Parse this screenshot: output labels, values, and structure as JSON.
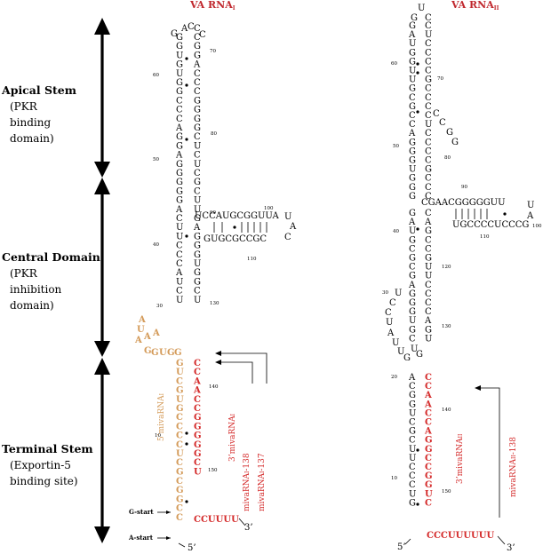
{
  "headers": {
    "left": {
      "main": "VA RNA",
      "sub": "I"
    },
    "right": {
      "main": "VA RNA",
      "sub": "II"
    }
  },
  "regions": {
    "apical": {
      "title": "Apical Stem",
      "desc": [
        "(PKR",
        "binding",
        "domain)"
      ]
    },
    "central": {
      "title": "Central Domain",
      "desc": [
        "(PKR",
        "inhibition",
        "domain)"
      ]
    },
    "terminal": {
      "title": "Terminal Stem",
      "desc": [
        "(Exportin-5",
        "binding site)"
      ]
    }
  },
  "left_annotations": {
    "mivaI_5": {
      "pre": "5’mivaRNA",
      "sub": "I"
    },
    "mivaI_3": {
      "pre": "3’mivaRNA",
      "sub": "I"
    },
    "mivaI_138": {
      "pre": "mivaRNA",
      "sub": "I",
      "post": "-138"
    },
    "mivaI_137": {
      "pre": "mivaRNA",
      "sub": "I",
      "post": "-137"
    },
    "g_start": "G-start",
    "a_start": "A-start",
    "five_prime": "5’",
    "three_prime": "3’",
    "tail": "CCUUUU"
  },
  "right_annotations": {
    "mivaII_3": {
      "pre": "3’mivaRNA",
      "sub": "II"
    },
    "mivaII_138": {
      "pre": "mivaRNA",
      "sub": "II",
      "post": "-138"
    },
    "five_prime": "5’",
    "three_prime": "3’",
    "tail": "CCCUUUUUU"
  },
  "left_numbers": [
    "60",
    "70",
    "80",
    "50",
    "90",
    "100",
    "40",
    "110",
    "30",
    "130",
    "140",
    "10",
    "150"
  ],
  "right_numbers": [
    "60",
    "70",
    "50",
    "80",
    "90",
    "40",
    "110",
    "100",
    "120",
    "30",
    "130",
    "20",
    "140",
    "10",
    "150"
  ],
  "left_stem": {
    "apical_left": [
      "G",
      "G",
      "U",
      "G",
      "U",
      "G",
      "G",
      "C",
      "C",
      "C",
      "A",
      "G",
      "G",
      "A",
      "G",
      "G",
      "G",
      "G",
      "G",
      "A",
      "C"
    ],
    "apical_right": [
      "C",
      "G",
      "G",
      "A",
      "C",
      "C",
      "C",
      "G",
      "G",
      "G",
      "G",
      "C",
      "U",
      "C",
      "U",
      "C",
      "G",
      "C",
      "U",
      "U",
      "G"
    ],
    "central_left": [
      "U",
      "U",
      "C",
      "C",
      "C",
      "A",
      "U",
      "C",
      "U"
    ],
    "central_right": [
      "A",
      "G",
      "G",
      "G",
      "U",
      "G",
      "G",
      "C",
      "U"
    ],
    "loop_top": [
      "A",
      "C",
      "C"
    ],
    "branch_top": "UCCAUGCGGUUA",
    "branch_bottom": "GUGCGCCGC",
    "branch_end": [
      "U",
      "A",
      "C"
    ],
    "terminal_left": [
      "G",
      "U",
      "C",
      "G",
      "U",
      "G",
      "C",
      "C",
      "C",
      "C",
      "U",
      "C",
      "G"
    ],
    "terminal_right": [
      "C",
      "C",
      "A",
      "A",
      "C",
      "C",
      "G",
      "G",
      "G",
      "G",
      "G",
      "C",
      "U"
    ],
    "loop_gold": [
      "A",
      "A",
      "A",
      "U",
      "A",
      "G",
      "G",
      "U",
      "G",
      "G"
    ],
    "bottom_left": [
      "C",
      "G",
      "G",
      "C",
      "C"
    ]
  },
  "right_stem": {
    "top_loop": [
      "U",
      "G",
      "C"
    ],
    "apical_left": [
      "G",
      "A",
      "U",
      "G",
      "G",
      "U",
      "U",
      "G",
      "C",
      "G",
      "C",
      "C",
      "A",
      "G",
      "G",
      "G",
      "U",
      "G",
      "G",
      "G"
    ],
    "apical_right": [
      "C",
      "U",
      "C",
      "C",
      "C",
      "C",
      "G",
      "C",
      "C",
      "C",
      "C",
      "U",
      "C",
      "C",
      "C",
      "C",
      "G",
      "C",
      "C",
      "C"
    ],
    "bulge_right": [
      "C",
      "C",
      "G",
      "G"
    ],
    "branch_top": "CGAACGGGGGUU",
    "branch_bottom": "UGCCCCUCCCG",
    "branch_end": [
      "U",
      "A"
    ],
    "mid_left": [
      "G",
      "A",
      "U",
      "G",
      "C",
      "G",
      "C",
      "G",
      "A",
      "G",
      "G",
      "G",
      "U",
      "G",
      "C"
    ],
    "mid_right": [
      "C",
      "A",
      "G",
      "C",
      "C",
      "G",
      "U",
      "U",
      "C",
      "C",
      "C",
      "C",
      "A",
      "G",
      "U"
    ],
    "loop": [
      "U",
      "C",
      "C",
      "U",
      "A",
      "U",
      "U",
      "G",
      "U",
      "G"
    ],
    "terminal_left": [
      "A",
      "C",
      "G",
      "G",
      "U",
      "C",
      "G",
      "C",
      "U",
      "U",
      "C",
      "C",
      "C",
      "U",
      "G"
    ],
    "terminal_right": [
      "C",
      "C",
      "A",
      "A",
      "C",
      "C",
      "A",
      "G",
      "G",
      "C",
      "C",
      "G",
      "G",
      "U",
      "C"
    ]
  },
  "colors": {
    "red": "#d42a2a",
    "gold": "#d49b5a",
    "arrow": "#000000",
    "text": "#000000"
  }
}
